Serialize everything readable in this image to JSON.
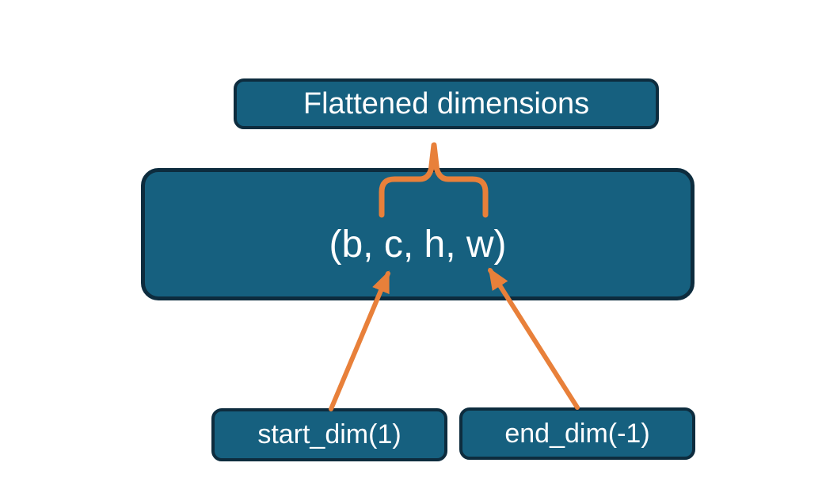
{
  "diagram": {
    "title_box": {
      "label": "Flattened dimensions"
    },
    "tensor_box": {
      "label": "(b, c, h, w)"
    },
    "start_box": {
      "label": "start_dim(1)"
    },
    "end_box": {
      "label": "end_dim(-1)"
    }
  },
  "annotations": {
    "brace_covers": "c, h, w",
    "start_arrow_target": "c",
    "end_arrow_target": "w"
  },
  "colors": {
    "box-fill": "#16607f",
    "box-border": "#0d2c3e",
    "accent": "#e8803a",
    "text": "#ffffff",
    "background": "#ffffff"
  }
}
